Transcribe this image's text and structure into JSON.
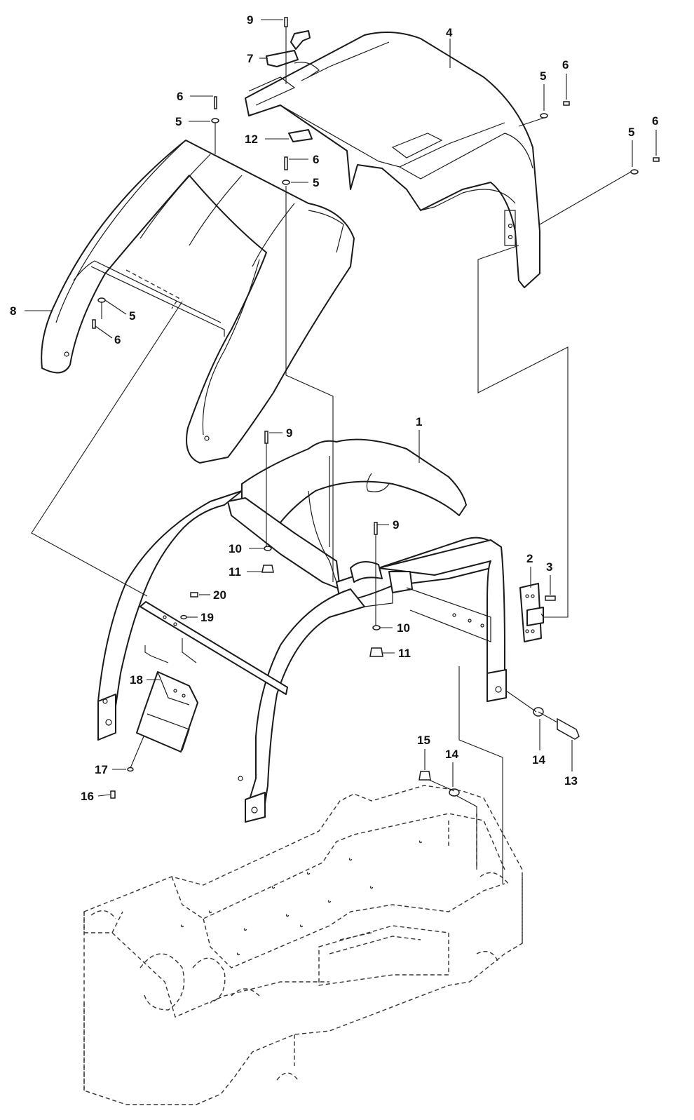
{
  "callouts": [
    {
      "id": "c9a",
      "label": "9"
    },
    {
      "id": "c7",
      "label": "7"
    },
    {
      "id": "c4",
      "label": "4"
    },
    {
      "id": "c6a",
      "label": "6"
    },
    {
      "id": "c5a",
      "label": "5"
    },
    {
      "id": "c12",
      "label": "12"
    },
    {
      "id": "c6b",
      "label": "6"
    },
    {
      "id": "c5b",
      "label": "5"
    },
    {
      "id": "c5c",
      "label": "5"
    },
    {
      "id": "c6c",
      "label": "6"
    },
    {
      "id": "c5d",
      "label": "5"
    },
    {
      "id": "c6d",
      "label": "6"
    },
    {
      "id": "c8",
      "label": "8"
    },
    {
      "id": "c5e",
      "label": "5"
    },
    {
      "id": "c6e",
      "label": "6"
    },
    {
      "id": "c1",
      "label": "1"
    },
    {
      "id": "c9b",
      "label": "9"
    },
    {
      "id": "c9c",
      "label": "9"
    },
    {
      "id": "c10a",
      "label": "10"
    },
    {
      "id": "c11a",
      "label": "11"
    },
    {
      "id": "c20",
      "label": "20"
    },
    {
      "id": "c19",
      "label": "19"
    },
    {
      "id": "c2",
      "label": "2"
    },
    {
      "id": "c3",
      "label": "3"
    },
    {
      "id": "c10b",
      "label": "10"
    },
    {
      "id": "c11b",
      "label": "11"
    },
    {
      "id": "c18",
      "label": "18"
    },
    {
      "id": "c15",
      "label": "15"
    },
    {
      "id": "c14a",
      "label": "14"
    },
    {
      "id": "c14b",
      "label": "14"
    },
    {
      "id": "c13",
      "label": "13"
    },
    {
      "id": "c17",
      "label": "17"
    },
    {
      "id": "c16",
      "label": "16"
    }
  ]
}
